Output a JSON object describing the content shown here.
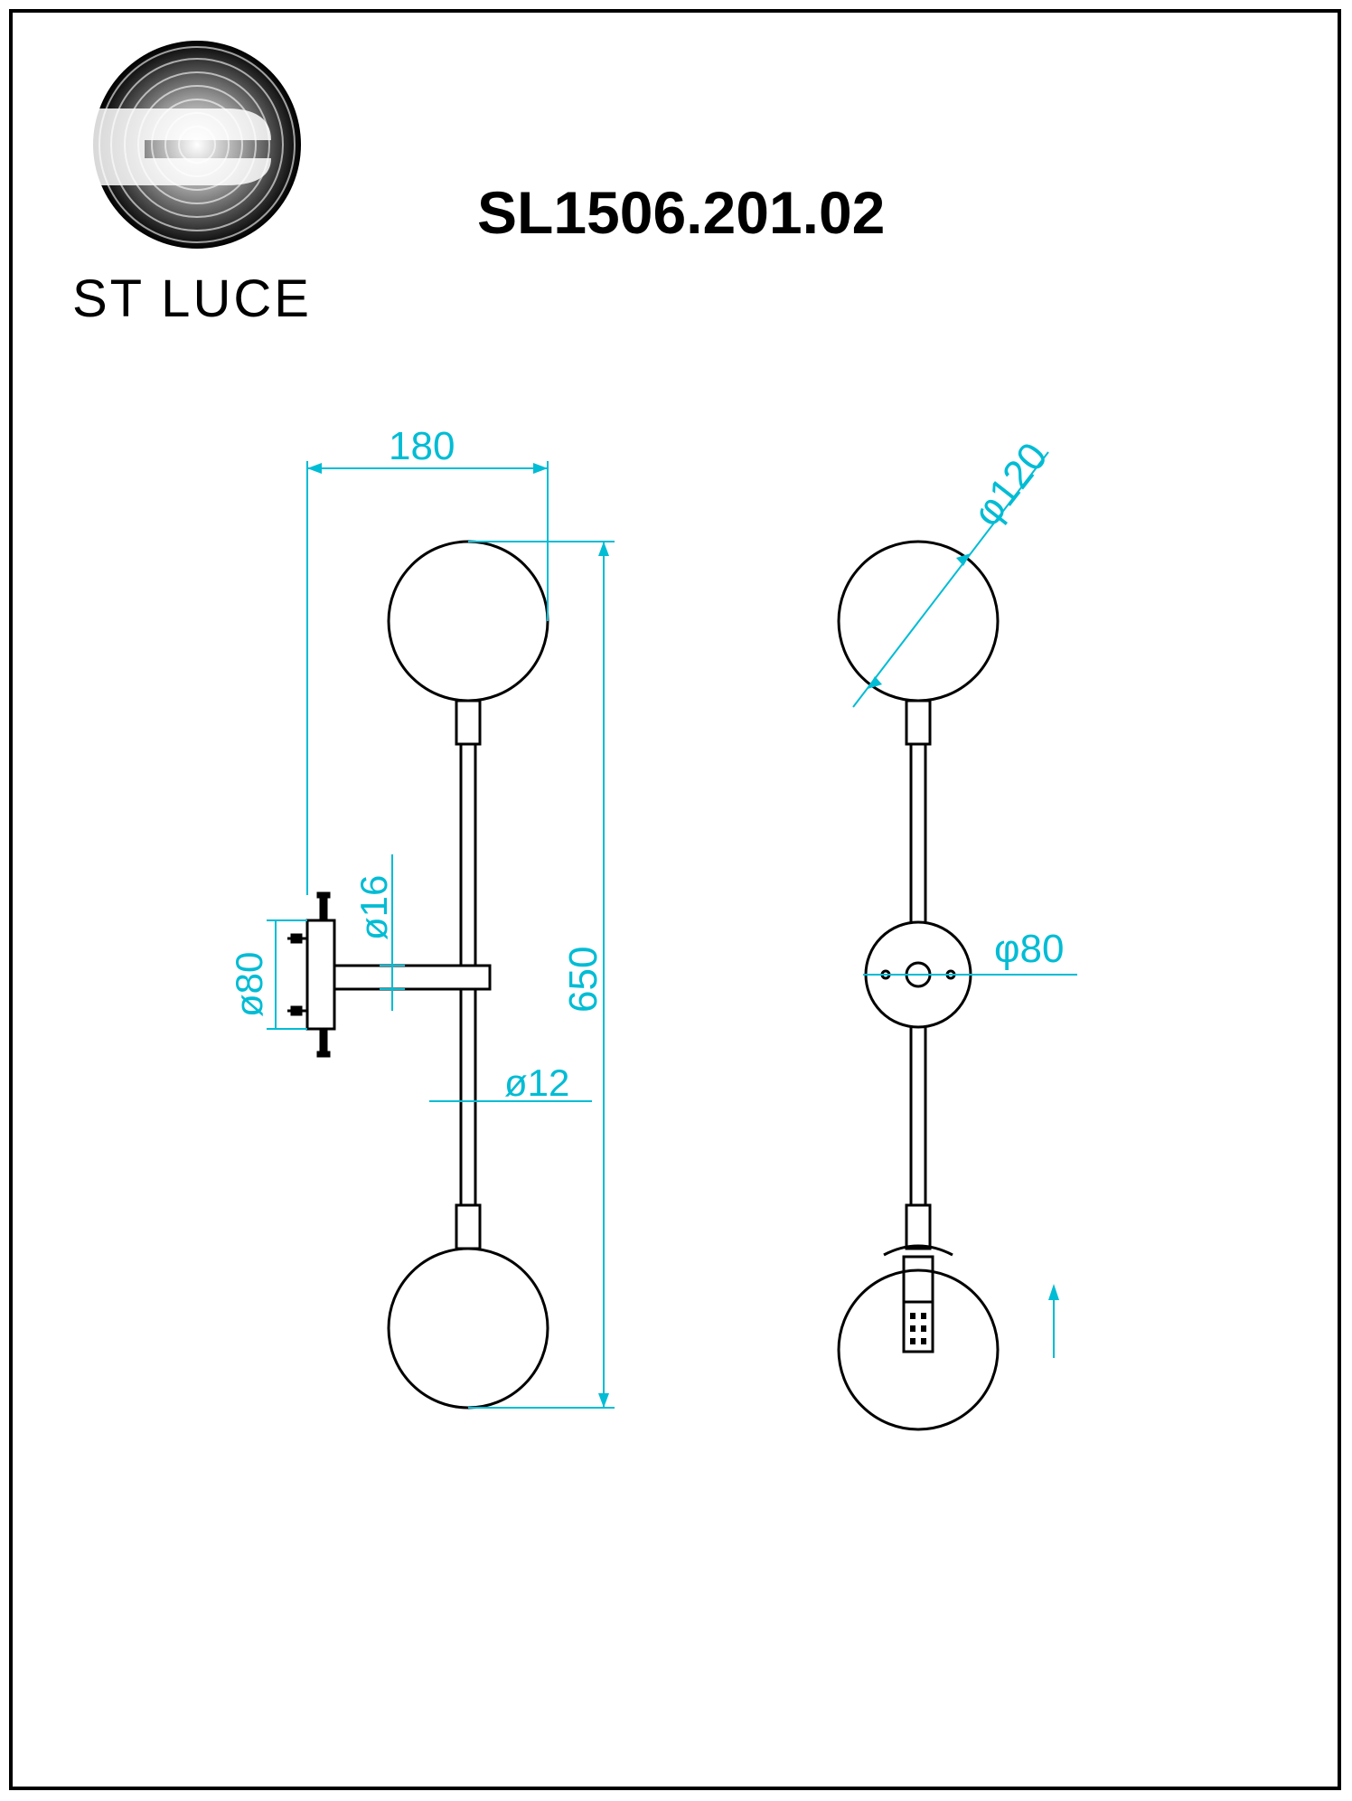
{
  "brand": {
    "name": "ST LUCE"
  },
  "title": {
    "model": "SL1506.201.02"
  },
  "colors": {
    "line": "#000000",
    "dimension": "#00bcd4",
    "background": "#ffffff"
  },
  "dimensions": {
    "width": "180",
    "height": "650",
    "shade_diameter": "φ120",
    "arm_diameter": "ø16",
    "rod_diameter": "ø12",
    "base_diameter_side": "ø80",
    "base_diameter_front": "φ80"
  }
}
